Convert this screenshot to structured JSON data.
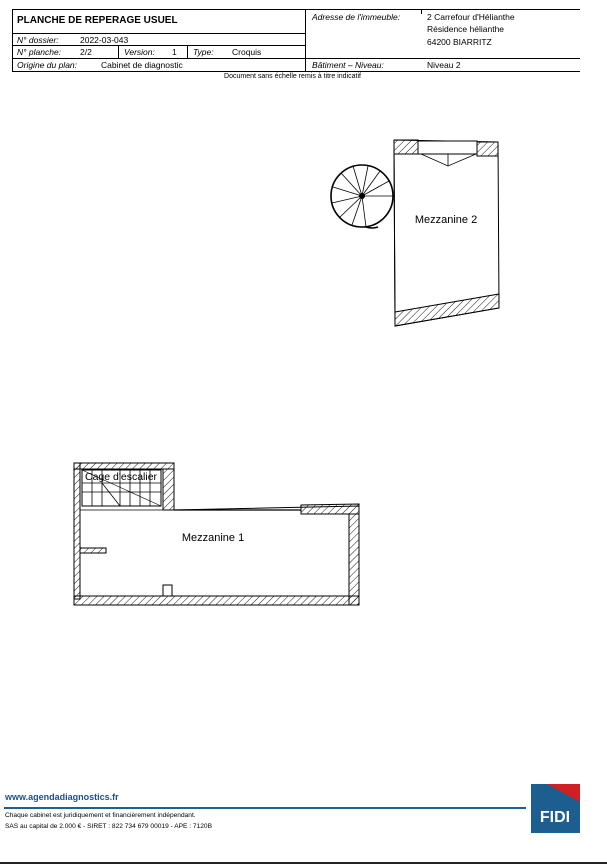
{
  "header": {
    "title": "PLANCHE DE REPERAGE USUEL",
    "dossier_label": "N° dossier:",
    "dossier_value": "2022-03-043",
    "planche_label": "N° planche:",
    "planche_value": "2/2",
    "version_label": "Version:",
    "version_value": "1",
    "type_label": "Type:",
    "type_value": "Croquis",
    "origine_label": "Origine du plan:",
    "origine_value": "Cabinet de diagnostic",
    "adresse_label": "Adresse de l'immeuble:",
    "adresse_line1": "2 Carrefour d'Hélianthe",
    "adresse_line2": "Résidence hélianthe",
    "adresse_line3": "64200 BIARRITZ",
    "batiment_label": "Bâtiment – Niveau:",
    "batiment_value": "Niveau 2"
  },
  "note": "Document sans échelle remis à titre indicatif",
  "plan": {
    "mezzanine2_label": "Mezzanine 2",
    "mezzanine1_label": "Mezzanine 1",
    "cage_label": "Cage d'escalier"
  },
  "footer": {
    "website": "www.agendadiagnostics.fr",
    "legal_line1": "Chaque cabinet est juridiquement et financièrement indépendant.",
    "legal_line2": "SAS au capital de 2.000 € - SIRET : 822 734 679 00019 - APE : 7120B",
    "logo_text": "FIDI",
    "colors": {
      "blue": "#1f5f8f",
      "logo_red": "#d11f26",
      "logo_blue": "#1d5e91"
    }
  }
}
